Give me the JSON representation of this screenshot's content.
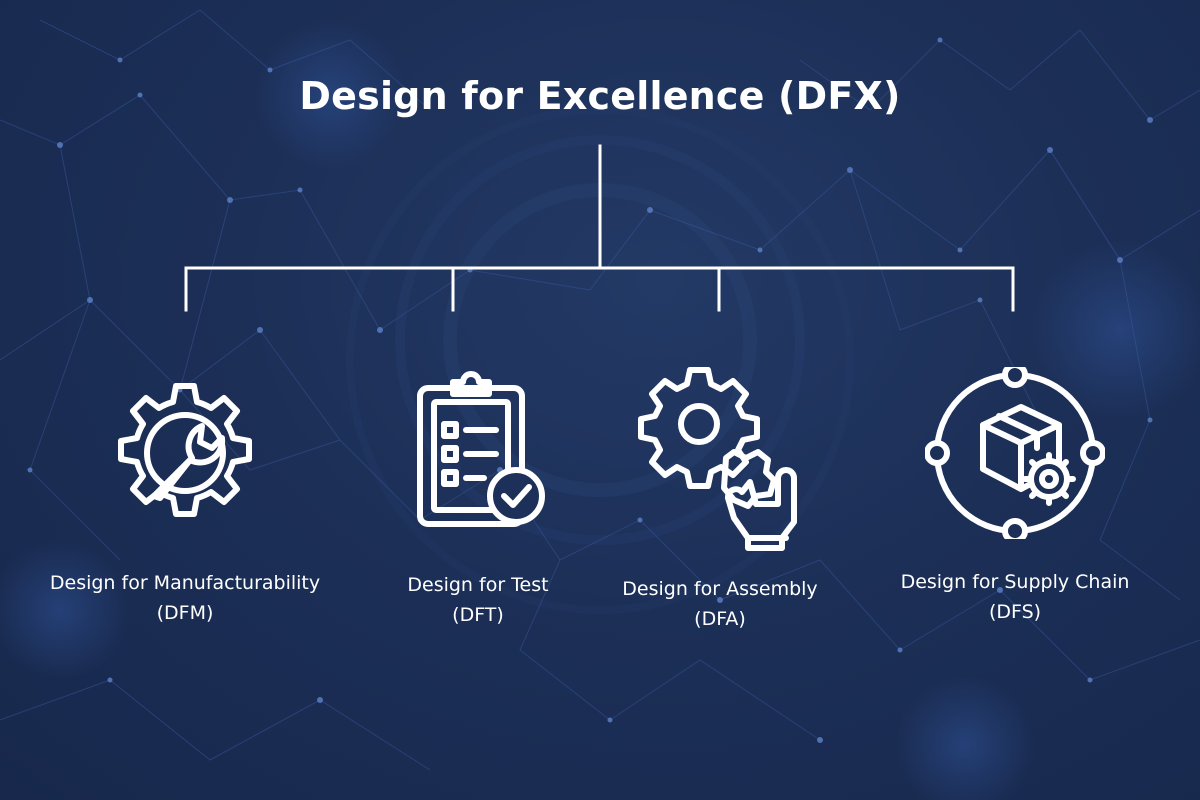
{
  "title": "Design for Excellence (DFX)",
  "accent_color": "#ffffff",
  "background_color": "#1c2f57",
  "nodes": [
    {
      "icon": "gear-wrench-icon",
      "line1": "Design for Manufacturability",
      "line2": "(DFM)"
    },
    {
      "icon": "clipboard-check-icon",
      "line1": "Design for Test",
      "line2": "(DFT)"
    },
    {
      "icon": "puzzle-gears-hand-icon",
      "line1": "Design for Assembly",
      "line2": "(DFA)"
    },
    {
      "icon": "box-cycle-gear-icon",
      "line1": "Design for Supply Chain",
      "line2": "(DFS)"
    }
  ]
}
